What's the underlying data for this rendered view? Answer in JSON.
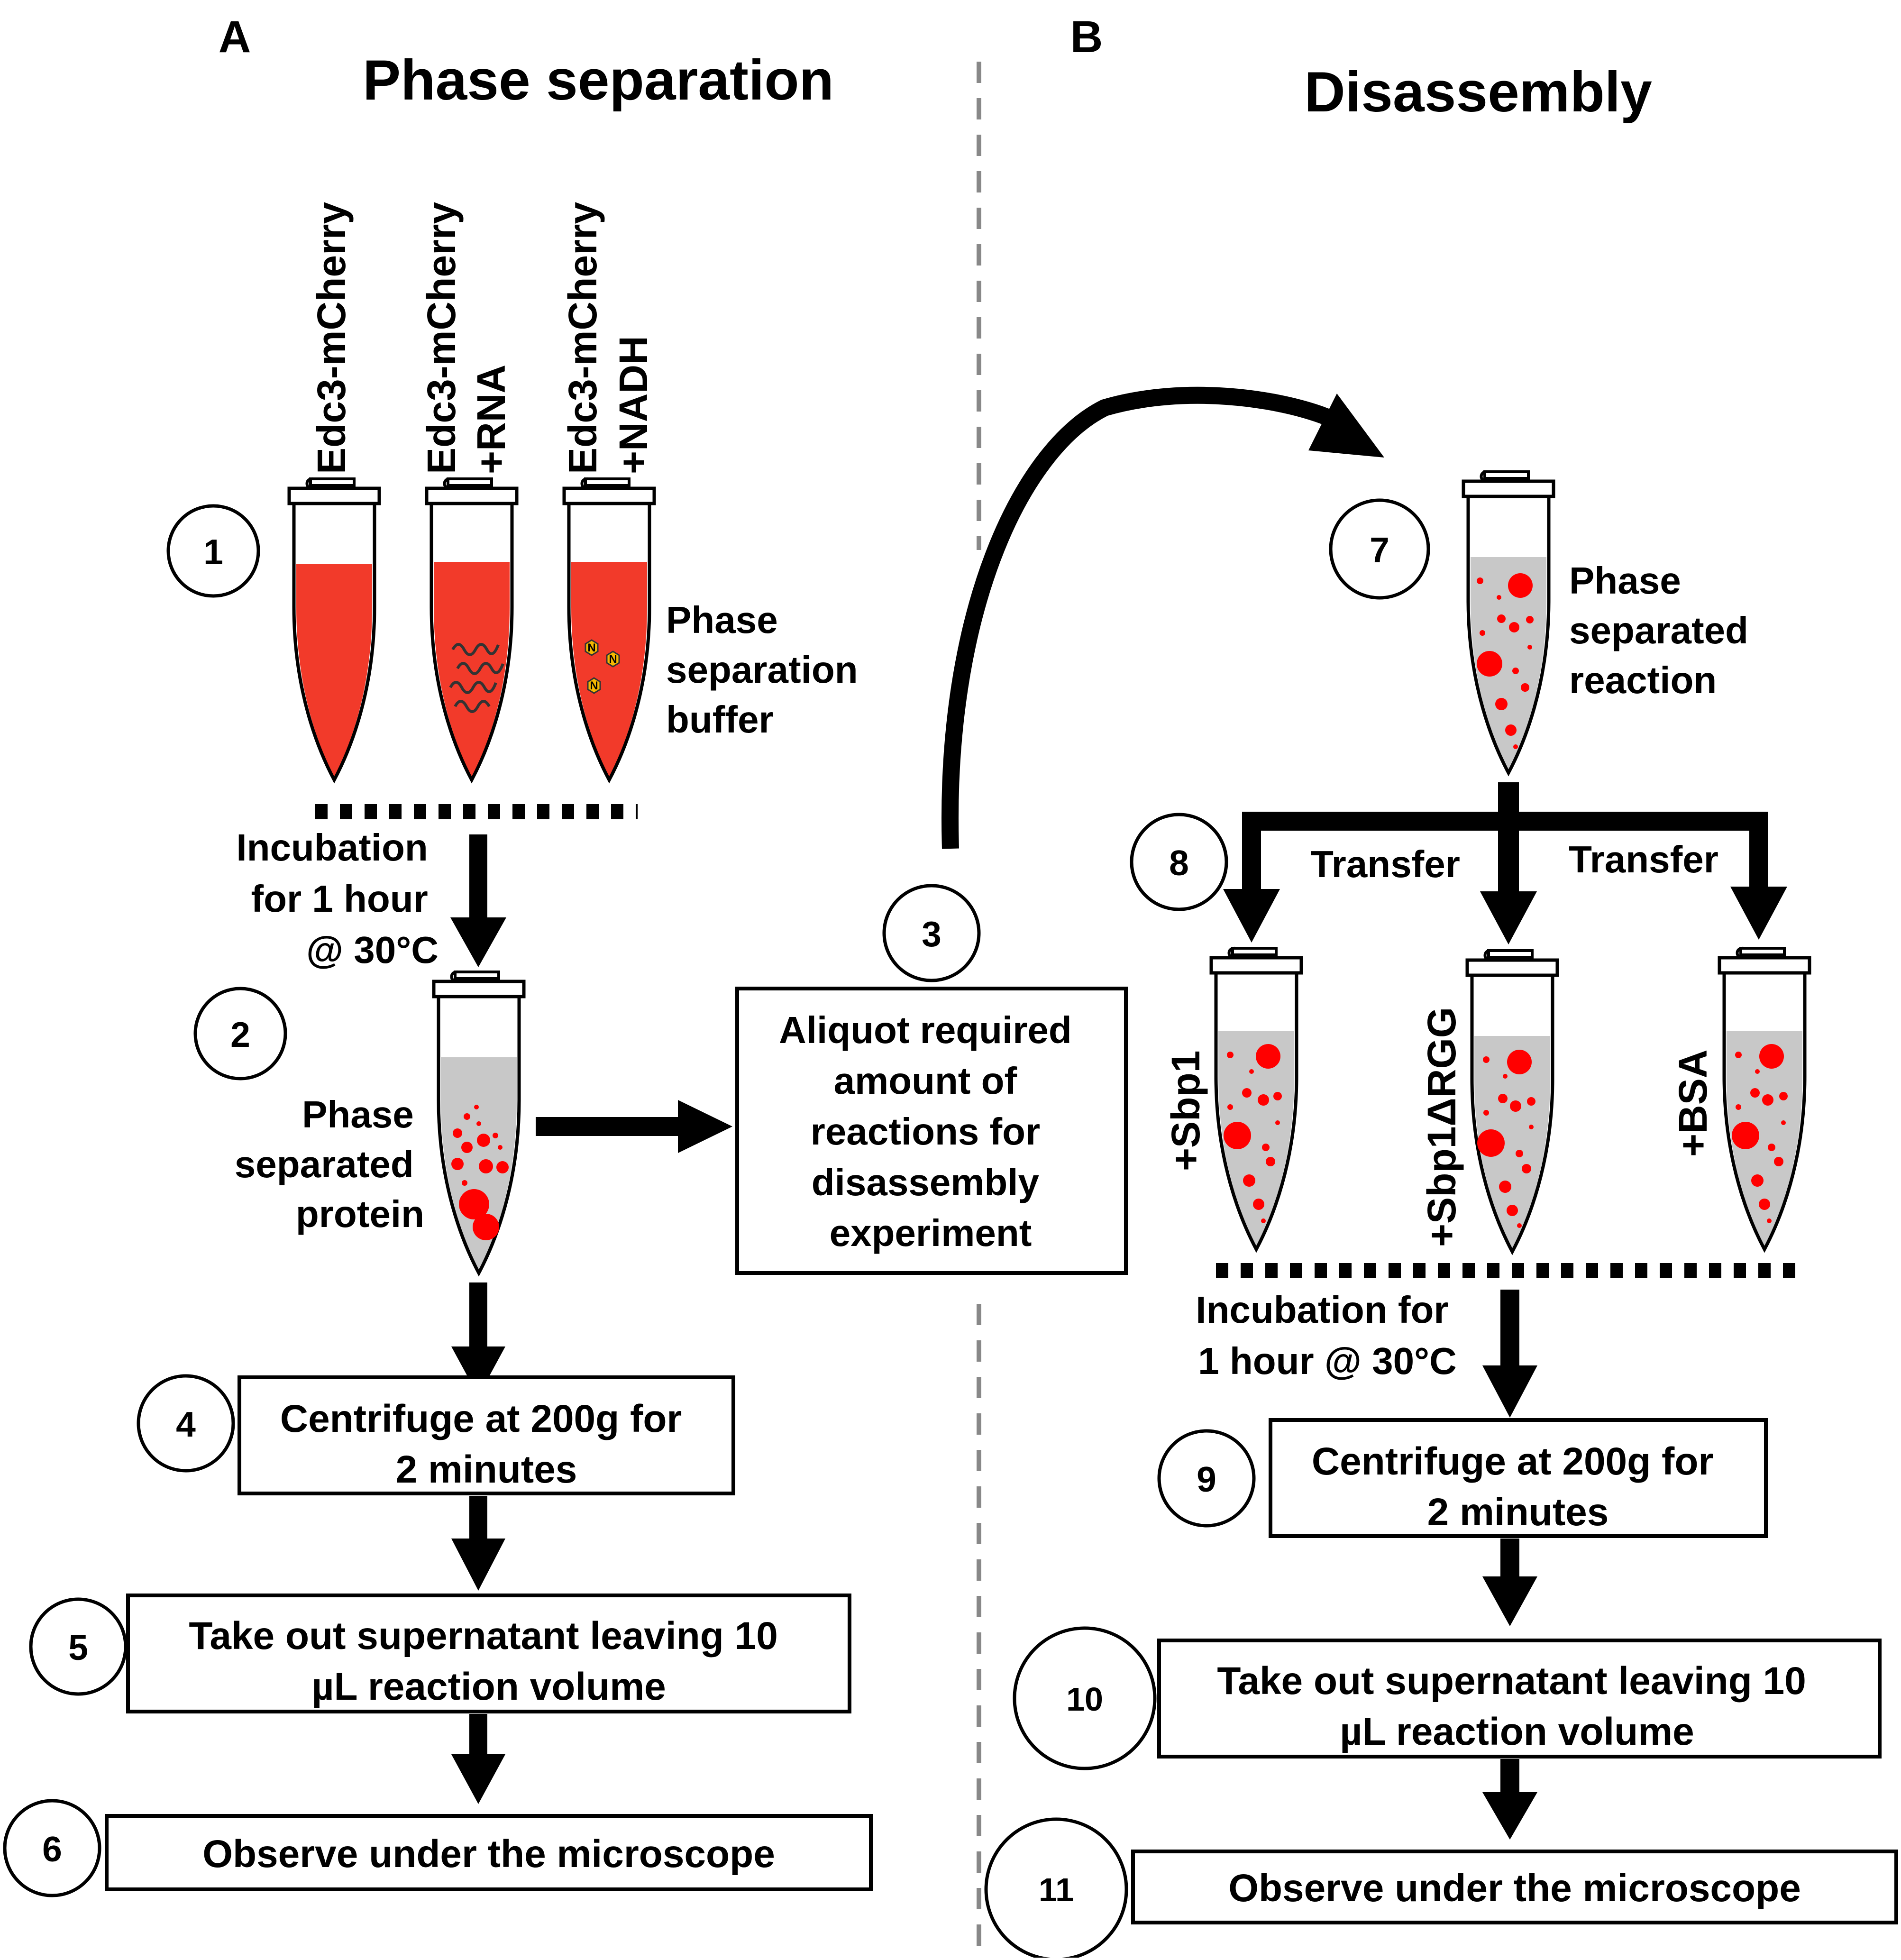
{
  "panel_a": {
    "letter": "A",
    "title": "Phase separation",
    "tubes": [
      {
        "line1": "Edc3-mCherry",
        "line2": ""
      },
      {
        "line1": "Edc3-mCherry",
        "line2": "+RNA"
      },
      {
        "line1": "Edc3-mCherry",
        "line2": "+NADH"
      }
    ],
    "nadh_symbol": "N",
    "buffer_label": [
      "Phase",
      "separation",
      "buffer"
    ],
    "incubation": [
      "Incubation",
      "for 1 hour",
      "@ 30°C"
    ],
    "protein_label": [
      "Phase",
      "separated",
      "protein"
    ],
    "aliquot_box": [
      "Aliquot required",
      "amount of",
      "reactions for",
      "disassembly",
      "experiment"
    ],
    "centrifuge_box": [
      "Centrifuge at 200g for",
      "2 minutes"
    ],
    "supernatant_box": [
      "Take out supernatant leaving 10",
      "µL reaction volume"
    ],
    "observe_box": "Observe under the microscope",
    "steps": [
      "1",
      "2",
      "3",
      "4",
      "5",
      "6"
    ]
  },
  "panel_b": {
    "letter": "B",
    "title": "Disassembly",
    "reaction_label": [
      "Phase",
      "separated",
      "reaction"
    ],
    "transfer_left": "Transfer",
    "transfer_right": "Transfer",
    "tube_labels": [
      "+Sbp1",
      "+Sbp1ΔRGG",
      "+BSA"
    ],
    "incubation": [
      "Incubation for",
      "1 hour @ 30°C"
    ],
    "centrifuge_box": [
      "Centrifuge at 200g for",
      "2 minutes"
    ],
    "supernatant_box": [
      "Take out supernatant leaving 10",
      "µL reaction volume"
    ],
    "observe_box": "Observe under the microscope",
    "steps": [
      "7",
      "8",
      "9",
      "10",
      "11"
    ]
  },
  "colors": {
    "liquid_red": "#f23a2a",
    "droplet_red": "#ff0000",
    "gray_liquid": "#c8c8c8",
    "nadh_yellow": "#f5b800",
    "divider": "#888888"
  }
}
